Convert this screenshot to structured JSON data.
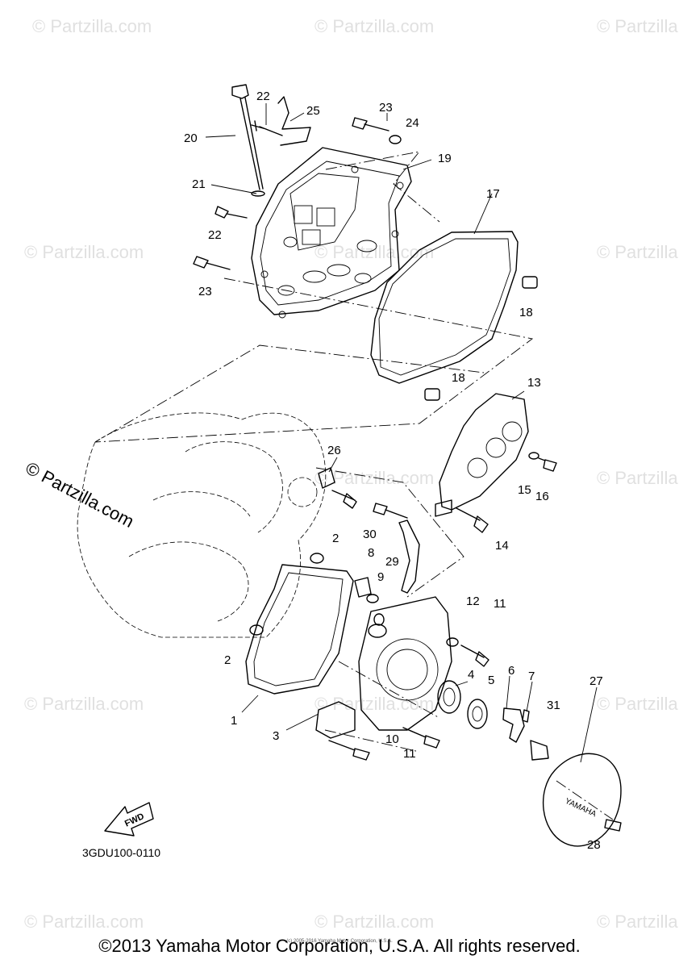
{
  "watermark": "© Partzilla.com",
  "diagram_code": "3GDU100-0110",
  "fwd_label": "FWD",
  "cover_logo": "YAMAHA",
  "small_copyright": "(c) 2005-2016 Yamaha Motor Corporation, U.S.A.",
  "footer": "©2013 Yamaha Motor Corporation, U.S.A. All rights reserved.",
  "callouts": [
    "1",
    "2",
    "2",
    "3",
    "4",
    "5",
    "6",
    "7",
    "8",
    "9",
    "10",
    "11",
    "11",
    "12",
    "13",
    "14",
    "15",
    "16",
    "17",
    "18",
    "18",
    "19",
    "20",
    "21",
    "22",
    "22",
    "23",
    "23",
    "24",
    "25",
    "26",
    "27",
    "28",
    "29",
    "30",
    "31"
  ]
}
